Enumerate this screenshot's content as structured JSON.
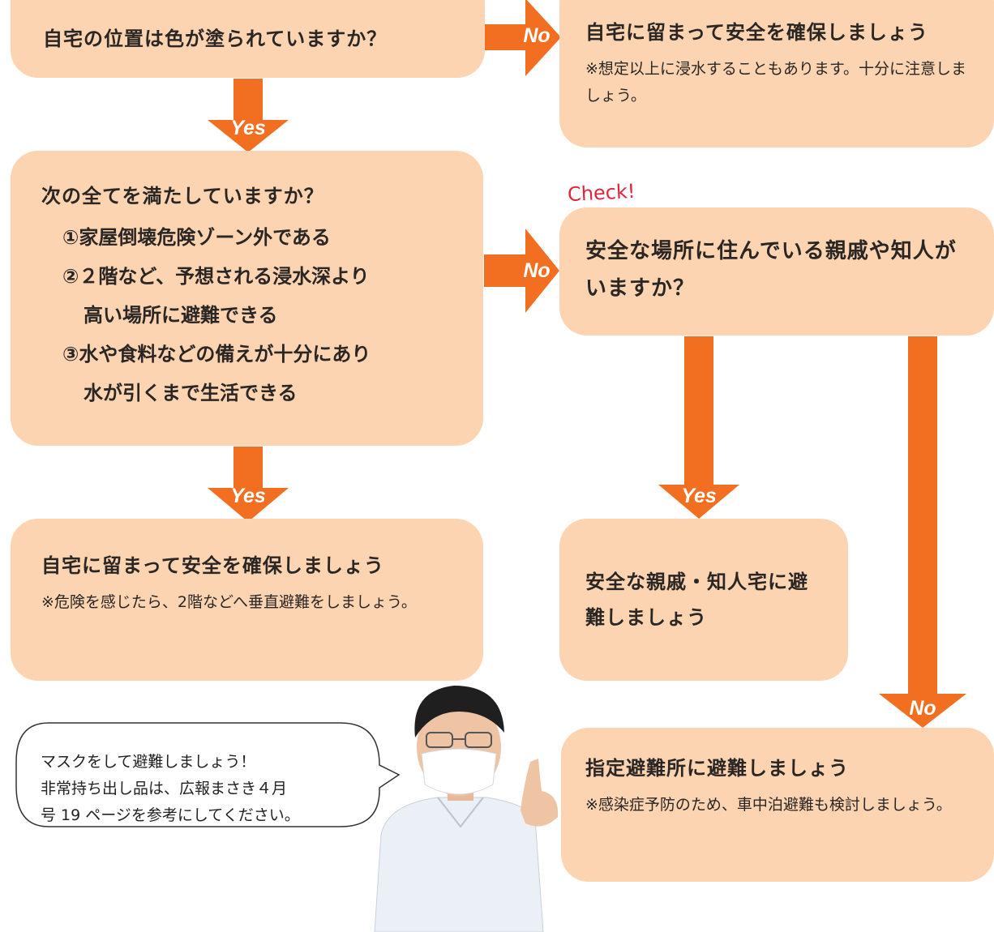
{
  "labels": {
    "yes": "Yes",
    "no": "No"
  },
  "check": "Check!",
  "q1": "自宅の位置は色が塗られていますか？",
  "stay_home_top": {
    "title": "自宅に留まって安全を確保しましょう",
    "note": "※想定以上に浸水することもあります。十分に注意しましょう。"
  },
  "q2": {
    "title": "次の全てを満たしていますか？",
    "items": [
      "①家屋倒壊危険ゾーン外である",
      "②２階など、予想される浸水深より",
      "高い場所に避難できる",
      "③水や食料などの備えが十分にあり",
      "水が引くまで生活できる"
    ]
  },
  "q3": "安全な場所に住んでいる親戚や知人がいますか？",
  "stay_home_bottom": {
    "title": "自宅に留まって安全を確保しましょう",
    "note": "※危険を感じたら、2階などへ垂直避難をしましょう。"
  },
  "relatives": "安全な親戚・知人宅に避難しましょう",
  "shelter": {
    "title": "指定避難所に避難しましょう",
    "note": "※感染症予防のため、車中泊避難も検討しましょう。"
  },
  "bubble": {
    "line1": "マスクをして避難しましょう！",
    "line2": "非常持ち出し品は、広報まさき４月",
    "line3": "号 19 ページを参考にしてください。"
  },
  "colors": {
    "box": "#fdd4b2",
    "arrow": "#f26f21",
    "check": "#e0243a"
  }
}
